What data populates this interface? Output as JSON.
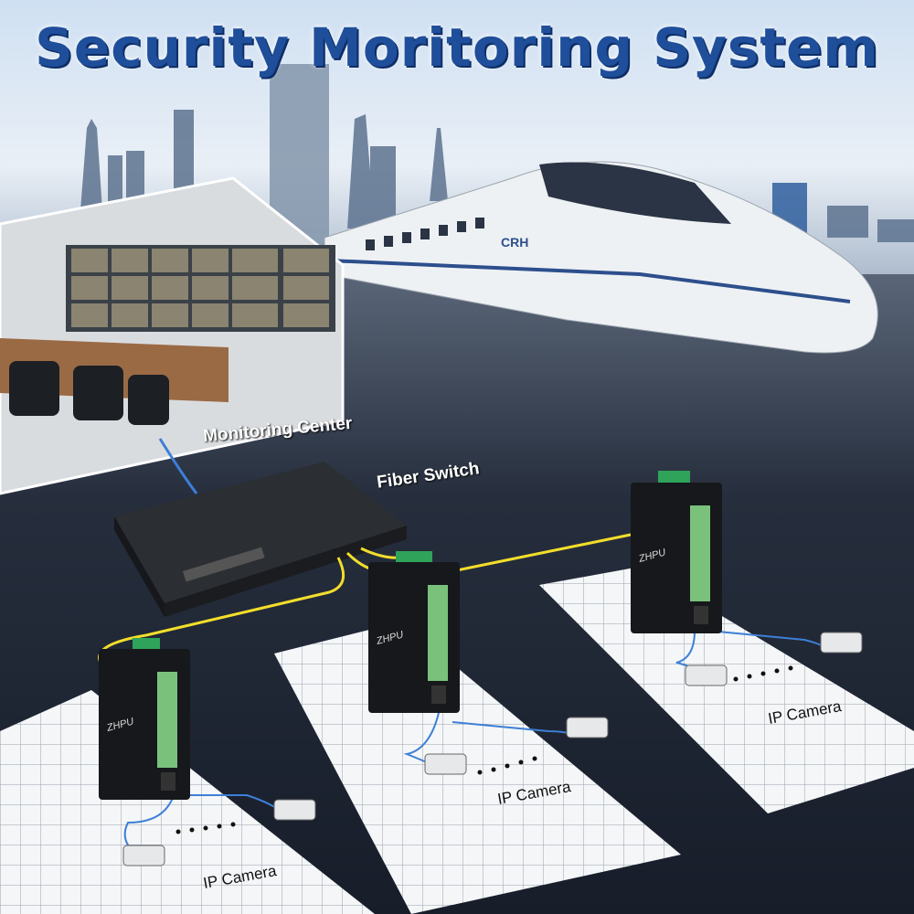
{
  "title": "Security Moritoring System",
  "labels": {
    "monitoring_center": "Monitoring Center",
    "fiber_switch": "Fiber Switch",
    "ip_camera": "IP Camera"
  },
  "train_mark": "CRH",
  "switch_brand": "ZHPU",
  "colors": {
    "title": "#1f4e9a",
    "fiber": "#f2de2b",
    "ethernet": "#3d7fd6",
    "background": "#1b2230"
  }
}
